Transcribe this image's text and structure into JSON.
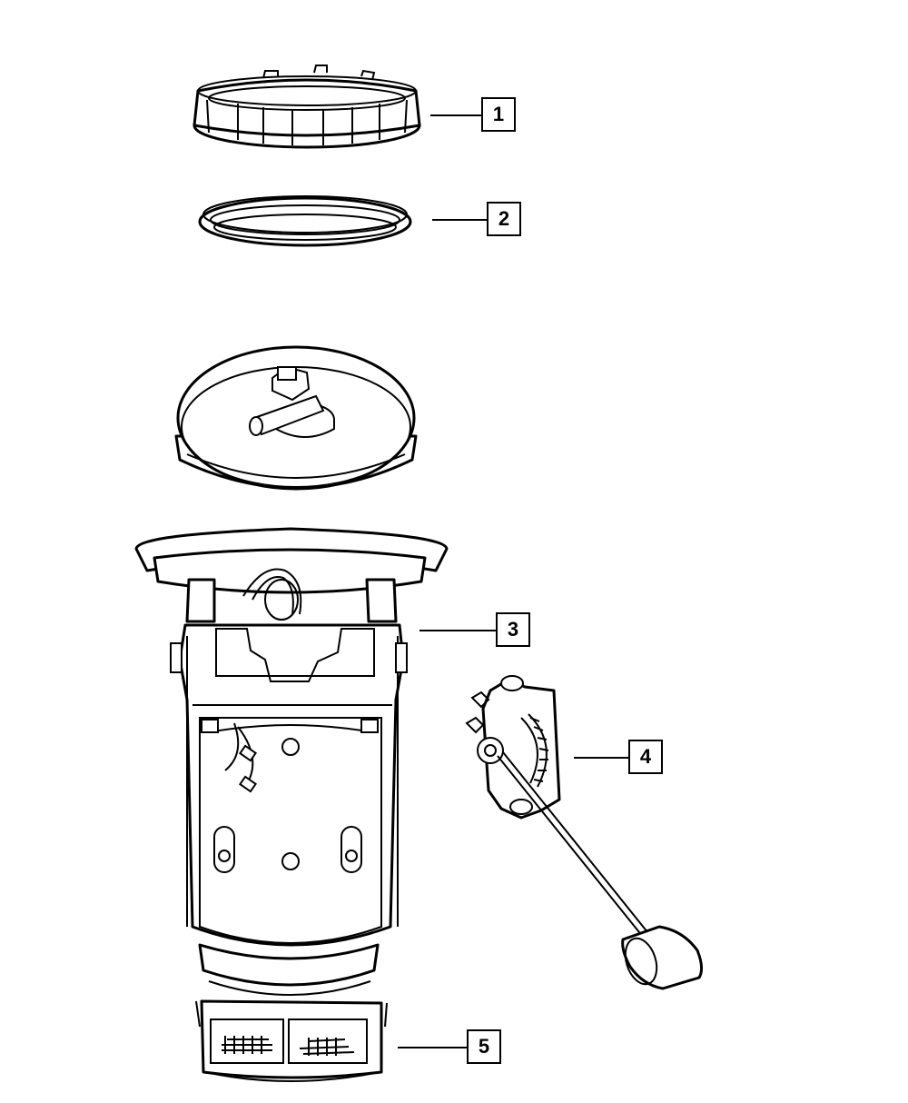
{
  "callouts": [
    {
      "label": "1",
      "part": "lock-ring"
    },
    {
      "label": "2",
      "part": "seal"
    },
    {
      "label": "3",
      "part": "fuel-pump-module"
    },
    {
      "label": "4",
      "part": "fuel-level-sending-unit"
    },
    {
      "label": "5",
      "part": "strainer"
    }
  ]
}
